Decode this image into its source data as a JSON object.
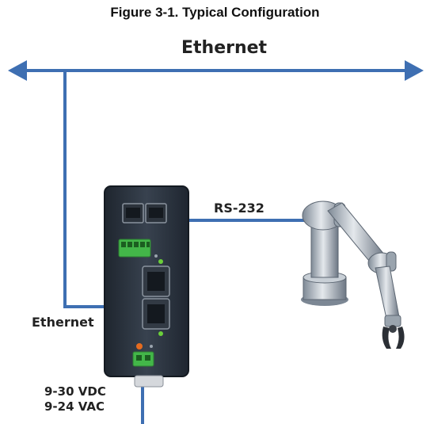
{
  "figure": {
    "caption": "Figure 3-1. Typical Configuration"
  },
  "labels": {
    "ethernet_top": "Ethernet",
    "rs232": "RS-232",
    "ethernet_left": "Ethernet",
    "power_dc": "9-30 VDC",
    "power_ac": "9-24 VAC"
  },
  "colors": {
    "line": "#3e6fb2",
    "device_body": "#2b3440",
    "terminal_green": "#43b649",
    "robot_metal": "#b9c2cc"
  }
}
